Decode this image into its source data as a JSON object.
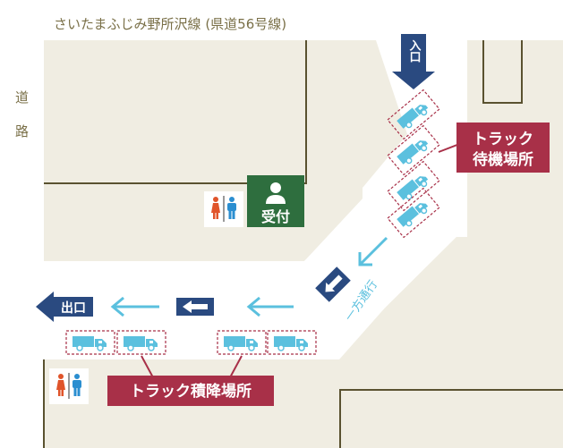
{
  "road_top": "さいたまふじみ野所沢線 (県道56号線)",
  "road_left": [
    "道",
    "路"
  ],
  "entrance": "入口",
  "exit": "出口",
  "reception": "受付",
  "one_way": "一方通行",
  "truck_waiting": [
    "トラック",
    "待機場所"
  ],
  "truck_loading": "トラック積降場所",
  "colors": {
    "building": "#f0ede2",
    "building_edge": "#5a5230",
    "navy": "#2a4a80",
    "truck": "#5bc0de",
    "arrow": "#5bc0de",
    "callout": "#a83048",
    "reception": "#2e6e3e",
    "road_text": "#7a7048",
    "female": "#e0542a",
    "male": "#2a8ed0"
  }
}
